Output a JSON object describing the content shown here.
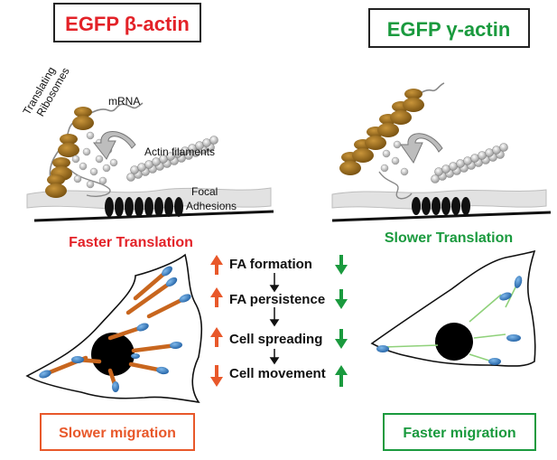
{
  "left_panel": {
    "title": "EGFP β-actin",
    "title_color": "#e32228",
    "labels": {
      "ribosomes_line1": "Translating",
      "ribosomes_line2": "Ribosomes",
      "mrna": "mRNA",
      "actin": "Actin filaments",
      "focal_line1": "Focal",
      "focal_line2": "Adhesions"
    },
    "translation": "Faster Translation",
    "migration": "Slower migration",
    "migration_border_color": "#e8582a"
  },
  "right_panel": {
    "title": "EGFP γ-actin",
    "title_color": "#1a9a3e",
    "translation": "Slower Translation",
    "migration": "Faster migration",
    "migration_border_color": "#1a9a3e"
  },
  "comparisons": [
    {
      "label": "FA formation",
      "beta": "up",
      "gamma": "down"
    },
    {
      "label": "FA persistence",
      "beta": "up",
      "gamma": "down"
    },
    {
      "label": "Cell spreading",
      "beta": "up",
      "gamma": "down"
    },
    {
      "label": "Cell movement",
      "beta": "down",
      "gamma": "up"
    }
  ],
  "colors": {
    "up_red": "#e8582a",
    "down_green": "#1a9a3e",
    "ribosome": "#9a6b1f",
    "actin_rod": "#c8661e",
    "ea_blue": "#2e7fc8"
  }
}
